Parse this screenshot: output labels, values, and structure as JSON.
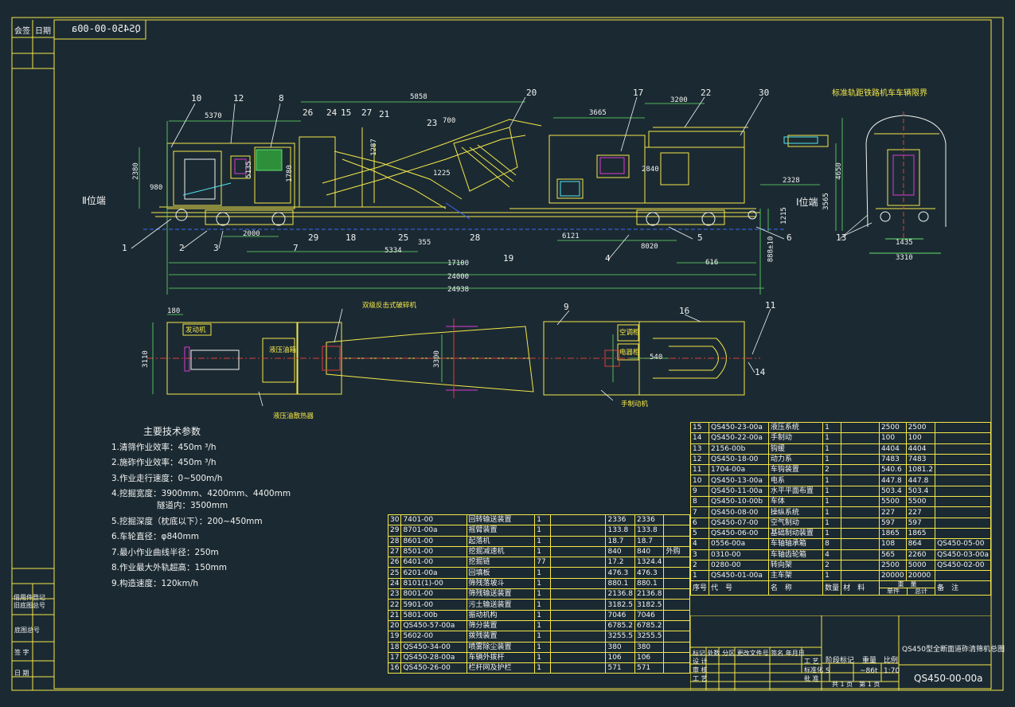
{
  "drawing_no_box": "QS450-00-00a",
  "corner_labels": {
    "a": "会签",
    "b": "日期"
  },
  "end_labels": {
    "left": "Ⅱ位端",
    "right": "Ⅰ位端"
  },
  "gauge_title": "标准轨距铁路机车车辆限界",
  "plan_labels": {
    "top": "双级反击式破碎机",
    "bottom_left": "液压油散热器",
    "bottom_right": "手制动机",
    "box1": "发动机",
    "box2": "液压油箱",
    "box3": "空调柜",
    "box4": "电器柜"
  },
  "callouts": [
    "10",
    "12",
    "8",
    "26",
    "24",
    "15",
    "27",
    "21",
    "23",
    "20",
    "17",
    "22",
    "30",
    "1",
    "2",
    "3",
    "7",
    "29",
    "18",
    "25",
    "28",
    "19",
    "4",
    "5",
    "6",
    "13",
    "9",
    "16",
    "11",
    "14"
  ],
  "dims": {
    "d5370": "5370",
    "d5858": "5858",
    "d3665": "3665",
    "d3200": "3200",
    "d2380": "2380",
    "d980": "980",
    "d1225": "1225",
    "d700": "700",
    "d2328": "2328",
    "d4650": "4650",
    "d3565": "3565",
    "d1215": "1215",
    "d2000": "2000",
    "d355": "355",
    "d5334": "5334",
    "d6121": "6121",
    "d8020": "8020",
    "d616": "616",
    "d17100": "17100",
    "d24000": "24000",
    "d24938": "24938",
    "d1435": "1435",
    "d3310": "3310",
    "d180": "180",
    "d3110": "3110",
    "d3300": "3300",
    "d540": "540",
    "d888": "888±10",
    "d1287": "1287",
    "d5135": "5135",
    "d1780": "1780",
    "d2840": "2840"
  },
  "params": {
    "heading": "主要技术参数",
    "lines": [
      "1.清筛作业效率：450m ³/h",
      "2.施砟作业效率：450m ³/h",
      "3.作业走行速度：0~500m/h",
      "4.挖掘宽度：3900mm、4200mm、4400mm",
      "隧道内：3500mm",
      "5.挖掘深度（枕底以下）：200~450mm",
      "6.车轮直径：φ840mm",
      "7.最小作业曲线半径：250m",
      "8.作业最大外轨超高：150mm",
      "9.构造速度：120km/h"
    ]
  },
  "bom_left": [
    [
      "30",
      "7401-00",
      "回转输送装置",
      "1",
      "",
      "2336",
      "2336",
      ""
    ],
    [
      "29",
      "8701-00a",
      "摇臂装置",
      "1",
      "",
      "133.8",
      "133.8",
      ""
    ],
    [
      "28",
      "8601-00",
      "起落机",
      "1",
      "",
      "18.7",
      "18.7",
      ""
    ],
    [
      "27",
      "8501-00",
      "挖掘减速机",
      "1",
      "",
      "840",
      "840",
      "外购"
    ],
    [
      "26",
      "6401-00",
      "挖掘链",
      "77",
      "",
      "17.2",
      "1324.4",
      ""
    ],
    [
      "25",
      "6201-00a",
      "回填板",
      "1",
      "",
      "476.3",
      "476.3",
      ""
    ],
    [
      "24",
      "8101(1)-00",
      "筛残落坡斗",
      "1",
      "",
      "880.1",
      "880.1",
      ""
    ],
    [
      "23",
      "8001-00",
      "筛残输送装置",
      "1",
      "",
      "2136.8",
      "2136.8",
      ""
    ],
    [
      "22",
      "5901-00",
      "污土输送装置",
      "1",
      "",
      "3182.5",
      "3182.5",
      ""
    ],
    [
      "21",
      "5801-00b",
      "振动机构",
      "1",
      "",
      "7046",
      "7046",
      ""
    ],
    [
      "20",
      "QS450-57-00a",
      "筛分装置",
      "1",
      "",
      "6785.2",
      "6785.2",
      ""
    ],
    [
      "19",
      "5602-00",
      "拨残装置",
      "1",
      "",
      "3255.5",
      "3255.5",
      ""
    ],
    [
      "18",
      "QS450-34-00",
      "喷雾除尘装置",
      "1",
      "",
      "380",
      "380",
      ""
    ],
    [
      "17",
      "QS450-28-00a",
      "车辆外拨杆",
      "1",
      "",
      "106",
      "106",
      ""
    ],
    [
      "16",
      "QS450-26-00",
      "栏杆网及护栏",
      "1",
      "",
      "571",
      "571",
      ""
    ]
  ],
  "bom_right": [
    [
      "15",
      "QS450-23-00a",
      "液压系统",
      "1",
      "",
      "2500",
      "2500",
      ""
    ],
    [
      "14",
      "QS450-22-00a",
      "手制动",
      "1",
      "",
      "100",
      "100",
      ""
    ],
    [
      "13",
      "2156-00b",
      "钩缓",
      "1",
      "",
      "4404",
      "4404",
      ""
    ],
    [
      "12",
      "QS450-18-00",
      "动力系",
      "1",
      "",
      "7483",
      "7483",
      ""
    ],
    [
      "11",
      "1704-00a",
      "车钩装置",
      "2",
      "",
      "540.6",
      "1081.2",
      ""
    ],
    [
      "10",
      "QS450-13-00a",
      "电系",
      "1",
      "",
      "447.8",
      "447.8",
      ""
    ],
    [
      "9",
      "QS450-11-00a",
      "水平平面布置",
      "1",
      "",
      "503.4",
      "503.4",
      ""
    ],
    [
      "8",
      "QS450-10-00b",
      "车体",
      "1",
      "",
      "5500",
      "5500",
      ""
    ],
    [
      "7",
      "QS450-08-00",
      "操纵系统",
      "1",
      "",
      "227",
      "227",
      ""
    ],
    [
      "6",
      "QS450-07-00",
      "空气制动",
      "1",
      "",
      "597",
      "597",
      ""
    ],
    [
      "5",
      "QS450-06-00",
      "基础制动装置",
      "1",
      "",
      "1865",
      "1865",
      ""
    ],
    [
      "4",
      "0556-00a",
      "车轴轴承箱",
      "8",
      "",
      "108",
      "864",
      "QS450-05-00"
    ],
    [
      "3",
      "0310-00",
      "车轴齿轮箱",
      "4",
      "",
      "565",
      "2260",
      "QS450-03-00a"
    ],
    [
      "2",
      "0280-00",
      "转向架",
      "2",
      "",
      "2500",
      "5000",
      "QS450-02-00"
    ],
    [
      "1",
      "QS450-01-00a",
      "主车架",
      "1",
      "",
      "20000",
      "20000",
      ""
    ]
  ],
  "bom_header": [
    "序号",
    "代　号",
    "名　称",
    "数量",
    "材　料",
    "单件",
    "总计",
    "备　注"
  ],
  "bom_header_sub": "重　量",
  "title_block": {
    "name": "QS450型全断面道砟清筛机总图",
    "drawing_no": "QS450-00-00a",
    "stage_label": "阶段标记",
    "weight_label": "重量",
    "scale_label": "比例",
    "stage": "S",
    "weight": "~86t",
    "scale": "1:70",
    "sheets": "共 1 页　第 1 页",
    "rows": [
      "标记",
      "处数",
      "分区",
      "更改文件号",
      "签名",
      "年月日"
    ],
    "roles": [
      "设计",
      "审核",
      "工艺",
      "标准化",
      "批准"
    ],
    "role_left": [
      "设 计",
      "审 核",
      "工 艺"
    ],
    "role_right": [
      "工 艺",
      "标准化",
      "批 准"
    ]
  },
  "left_strip": [
    "借用件登记",
    "旧底图总号",
    "底图总号",
    "签 字",
    "日 期"
  ]
}
